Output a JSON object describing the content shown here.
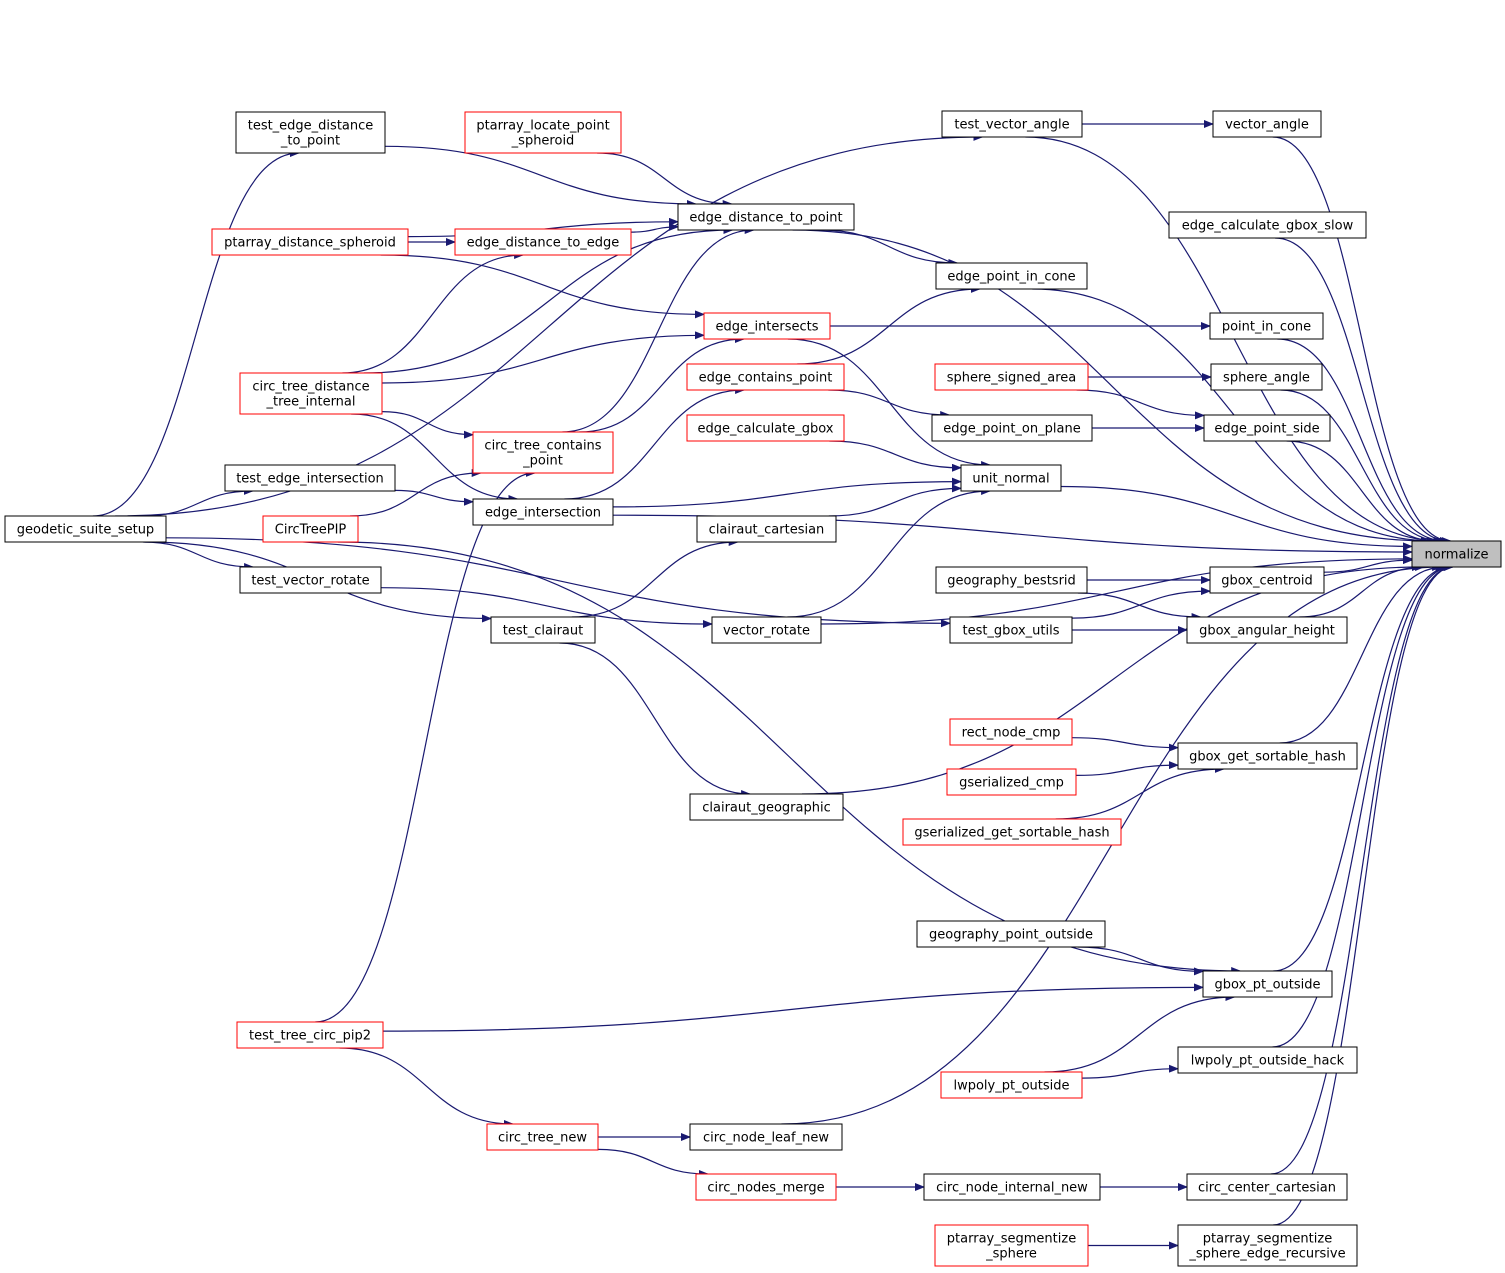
{
  "colors": {
    "edge": "#191970",
    "external_border": "#ff0000",
    "internal_border": "#000000",
    "focus_fill": "#bfbfbf",
    "node_fill": "#ffffff"
  },
  "nodes": {
    "normalize": {
      "lines": [
        "normalize"
      ],
      "kind": "focus"
    },
    "test_edge_distance_to_point": {
      "lines": [
        "test_edge_distance",
        "_to_point"
      ],
      "kind": "internal"
    },
    "ptarray_locate_point_spheroid": {
      "lines": [
        "ptarray_locate_point",
        "_spheroid"
      ],
      "kind": "external"
    },
    "test_vector_angle": {
      "lines": [
        "test_vector_angle"
      ],
      "kind": "internal"
    },
    "vector_angle": {
      "lines": [
        "vector_angle"
      ],
      "kind": "internal"
    },
    "edge_distance_to_point": {
      "lines": [
        "edge_distance_to_point"
      ],
      "kind": "internal"
    },
    "edge_calculate_gbox_slow": {
      "lines": [
        "edge_calculate_gbox_slow"
      ],
      "kind": "internal"
    },
    "ptarray_distance_spheroid": {
      "lines": [
        "ptarray_distance_spheroid"
      ],
      "kind": "external"
    },
    "edge_distance_to_edge": {
      "lines": [
        "edge_distance_to_edge"
      ],
      "kind": "external"
    },
    "edge_point_in_cone": {
      "lines": [
        "edge_point_in_cone"
      ],
      "kind": "internal"
    },
    "edge_intersects": {
      "lines": [
        "edge_intersects"
      ],
      "kind": "external"
    },
    "point_in_cone": {
      "lines": [
        "point_in_cone"
      ],
      "kind": "internal"
    },
    "circ_tree_distance_tree_internal": {
      "lines": [
        "circ_tree_distance",
        "_tree_internal"
      ],
      "kind": "external"
    },
    "edge_contains_point": {
      "lines": [
        "edge_contains_point"
      ],
      "kind": "external"
    },
    "sphere_signed_area": {
      "lines": [
        "sphere_signed_area"
      ],
      "kind": "external"
    },
    "sphere_angle": {
      "lines": [
        "sphere_angle"
      ],
      "kind": "internal"
    },
    "edge_point_on_plane": {
      "lines": [
        "edge_point_on_plane"
      ],
      "kind": "internal"
    },
    "edge_point_side": {
      "lines": [
        "edge_point_side"
      ],
      "kind": "internal"
    },
    "edge_calculate_gbox": {
      "lines": [
        "edge_calculate_gbox"
      ],
      "kind": "external"
    },
    "circ_tree_contains_point": {
      "lines": [
        "circ_tree_contains",
        "_point"
      ],
      "kind": "external"
    },
    "test_edge_intersection": {
      "lines": [
        "test_edge_intersection"
      ],
      "kind": "internal"
    },
    "unit_normal": {
      "lines": [
        "unit_normal"
      ],
      "kind": "internal"
    },
    "geodetic_suite_setup": {
      "lines": [
        "geodetic_suite_setup"
      ],
      "kind": "internal"
    },
    "edge_intersection": {
      "lines": [
        "edge_intersection"
      ],
      "kind": "internal"
    },
    "CircTreePIP": {
      "lines": [
        "CircTreePIP"
      ],
      "kind": "external"
    },
    "clairaut_cartesian": {
      "lines": [
        "clairaut_cartesian"
      ],
      "kind": "internal"
    },
    "test_vector_rotate": {
      "lines": [
        "test_vector_rotate"
      ],
      "kind": "internal"
    },
    "geography_bestsrid": {
      "lines": [
        "geography_bestsrid"
      ],
      "kind": "internal"
    },
    "gbox_centroid": {
      "lines": [
        "gbox_centroid"
      ],
      "kind": "internal"
    },
    "test_clairaut": {
      "lines": [
        "test_clairaut"
      ],
      "kind": "internal"
    },
    "vector_rotate": {
      "lines": [
        "vector_rotate"
      ],
      "kind": "internal"
    },
    "test_gbox_utils": {
      "lines": [
        "test_gbox_utils"
      ],
      "kind": "internal"
    },
    "gbox_angular_height": {
      "lines": [
        "gbox_angular_height"
      ],
      "kind": "internal"
    },
    "rect_node_cmp": {
      "lines": [
        "rect_node_cmp"
      ],
      "kind": "external"
    },
    "gbox_get_sortable_hash": {
      "lines": [
        "gbox_get_sortable_hash"
      ],
      "kind": "internal"
    },
    "gserialized_cmp": {
      "lines": [
        "gserialized_cmp"
      ],
      "kind": "external"
    },
    "clairaut_geographic": {
      "lines": [
        "clairaut_geographic"
      ],
      "kind": "internal"
    },
    "gserialized_get_sortable_hash": {
      "lines": [
        "gserialized_get_sortable_hash"
      ],
      "kind": "external"
    },
    "geography_point_outside": {
      "lines": [
        "geography_point_outside"
      ],
      "kind": "internal"
    },
    "gbox_pt_outside": {
      "lines": [
        "gbox_pt_outside"
      ],
      "kind": "internal"
    },
    "test_tree_circ_pip2": {
      "lines": [
        "test_tree_circ_pip2"
      ],
      "kind": "external"
    },
    "lwpoly_pt_outside_hack": {
      "lines": [
        "lwpoly_pt_outside_hack"
      ],
      "kind": "internal"
    },
    "lwpoly_pt_outside": {
      "lines": [
        "lwpoly_pt_outside"
      ],
      "kind": "external"
    },
    "circ_tree_new": {
      "lines": [
        "circ_tree_new"
      ],
      "kind": "external"
    },
    "circ_node_leaf_new": {
      "lines": [
        "circ_node_leaf_new"
      ],
      "kind": "internal"
    },
    "circ_nodes_merge": {
      "lines": [
        "circ_nodes_merge"
      ],
      "kind": "external"
    },
    "circ_node_internal_new": {
      "lines": [
        "circ_node_internal_new"
      ],
      "kind": "internal"
    },
    "circ_center_cartesian": {
      "lines": [
        "circ_center_cartesian"
      ],
      "kind": "internal"
    },
    "ptarray_segmentize_sphere": {
      "lines": [
        "ptarray_segmentize",
        "_sphere"
      ],
      "kind": "external"
    },
    "ptarray_segmentize_sphere_edge_recursive": {
      "lines": [
        "ptarray_segmentize",
        "_sphere_edge_recursive"
      ],
      "kind": "internal"
    }
  },
  "edges": [
    [
      "vector_angle",
      "normalize"
    ],
    [
      "test_vector_angle",
      "normalize"
    ],
    [
      "edge_distance_to_point",
      "normalize"
    ],
    [
      "edge_calculate_gbox_slow",
      "normalize"
    ],
    [
      "edge_point_in_cone",
      "normalize"
    ],
    [
      "point_in_cone",
      "normalize"
    ],
    [
      "sphere_angle",
      "normalize"
    ],
    [
      "edge_point_side",
      "normalize"
    ],
    [
      "unit_normal",
      "normalize"
    ],
    [
      "edge_intersection",
      "normalize"
    ],
    [
      "gbox_centroid",
      "normalize"
    ],
    [
      "gbox_angular_height",
      "normalize"
    ],
    [
      "vector_rotate",
      "normalize"
    ],
    [
      "gbox_get_sortable_hash",
      "normalize"
    ],
    [
      "clairaut_geographic",
      "normalize"
    ],
    [
      "gbox_pt_outside",
      "normalize"
    ],
    [
      "lwpoly_pt_outside_hack",
      "normalize"
    ],
    [
      "circ_node_leaf_new",
      "normalize"
    ],
    [
      "circ_center_cartesian",
      "normalize"
    ],
    [
      "ptarray_segmentize_sphere_edge_recursive",
      "normalize"
    ],
    [
      "test_vector_angle",
      "vector_angle"
    ],
    [
      "geodetic_suite_setup",
      "test_vector_angle"
    ],
    [
      "test_edge_distance_to_point",
      "edge_distance_to_point"
    ],
    [
      "ptarray_locate_point_spheroid",
      "edge_distance_to_point"
    ],
    [
      "ptarray_distance_spheroid",
      "edge_distance_to_point"
    ],
    [
      "edge_distance_to_edge",
      "edge_distance_to_point"
    ],
    [
      "circ_tree_distance_tree_internal",
      "edge_distance_to_point"
    ],
    [
      "circ_tree_contains_point",
      "edge_distance_to_point"
    ],
    [
      "geodetic_suite_setup",
      "test_edge_distance_to_point"
    ],
    [
      "ptarray_distance_spheroid",
      "edge_distance_to_edge"
    ],
    [
      "circ_tree_distance_tree_internal",
      "edge_distance_to_edge"
    ],
    [
      "edge_distance_to_point",
      "edge_point_in_cone"
    ],
    [
      "edge_contains_point",
      "edge_point_in_cone"
    ],
    [
      "edge_intersects",
      "point_in_cone"
    ],
    [
      "ptarray_distance_spheroid",
      "edge_intersects"
    ],
    [
      "circ_tree_distance_tree_internal",
      "edge_intersects"
    ],
    [
      "circ_tree_contains_point",
      "edge_intersects"
    ],
    [
      "circ_tree_distance_tree_internal",
      "circ_tree_contains_point"
    ],
    [
      "edge_intersection",
      "edge_contains_point"
    ],
    [
      "sphere_signed_area",
      "sphere_angle"
    ],
    [
      "sphere_signed_area",
      "edge_point_side"
    ],
    [
      "edge_contains_point",
      "edge_point_on_plane"
    ],
    [
      "edge_point_on_plane",
      "edge_point_side"
    ],
    [
      "edge_intersects",
      "unit_normal"
    ],
    [
      "edge_calculate_gbox",
      "unit_normal"
    ],
    [
      "edge_intersection",
      "unit_normal"
    ],
    [
      "clairaut_cartesian",
      "unit_normal"
    ],
    [
      "vector_rotate",
      "unit_normal"
    ],
    [
      "test_edge_intersection",
      "edge_intersection"
    ],
    [
      "geodetic_suite_setup",
      "test_edge_intersection"
    ],
    [
      "circ_tree_distance_tree_internal",
      "edge_intersection"
    ],
    [
      "CircTreePIP",
      "circ_tree_contains_point"
    ],
    [
      "test_tree_circ_pip2",
      "circ_tree_contains_point"
    ],
    [
      "test_clairaut",
      "clairaut_cartesian"
    ],
    [
      "geodetic_suite_setup",
      "test_vector_rotate"
    ],
    [
      "test_vector_rotate",
      "vector_rotate"
    ],
    [
      "geodetic_suite_setup",
      "test_clairaut"
    ],
    [
      "test_clairaut",
      "clairaut_geographic"
    ],
    [
      "geodetic_suite_setup",
      "test_gbox_utils"
    ],
    [
      "test_gbox_utils",
      "gbox_angular_height"
    ],
    [
      "test_gbox_utils",
      "gbox_centroid"
    ],
    [
      "geography_bestsrid",
      "gbox_centroid"
    ],
    [
      "geography_bestsrid",
      "gbox_angular_height"
    ],
    [
      "rect_node_cmp",
      "gbox_get_sortable_hash"
    ],
    [
      "gserialized_cmp",
      "gbox_get_sortable_hash"
    ],
    [
      "gserialized_get_sortable_hash",
      "gbox_get_sortable_hash"
    ],
    [
      "geography_point_outside",
      "gbox_pt_outside"
    ],
    [
      "CircTreePIP",
      "gbox_pt_outside"
    ],
    [
      "test_tree_circ_pip2",
      "gbox_pt_outside"
    ],
    [
      "lwpoly_pt_outside",
      "gbox_pt_outside"
    ],
    [
      "lwpoly_pt_outside",
      "lwpoly_pt_outside_hack"
    ],
    [
      "test_tree_circ_pip2",
      "circ_tree_new"
    ],
    [
      "circ_tree_new",
      "circ_node_leaf_new"
    ],
    [
      "circ_tree_new",
      "circ_nodes_merge"
    ],
    [
      "circ_nodes_merge",
      "circ_node_internal_new"
    ],
    [
      "circ_node_internal_new",
      "circ_center_cartesian"
    ],
    [
      "ptarray_segmentize_sphere",
      "ptarray_segmentize_sphere_edge_recursive"
    ]
  ]
}
